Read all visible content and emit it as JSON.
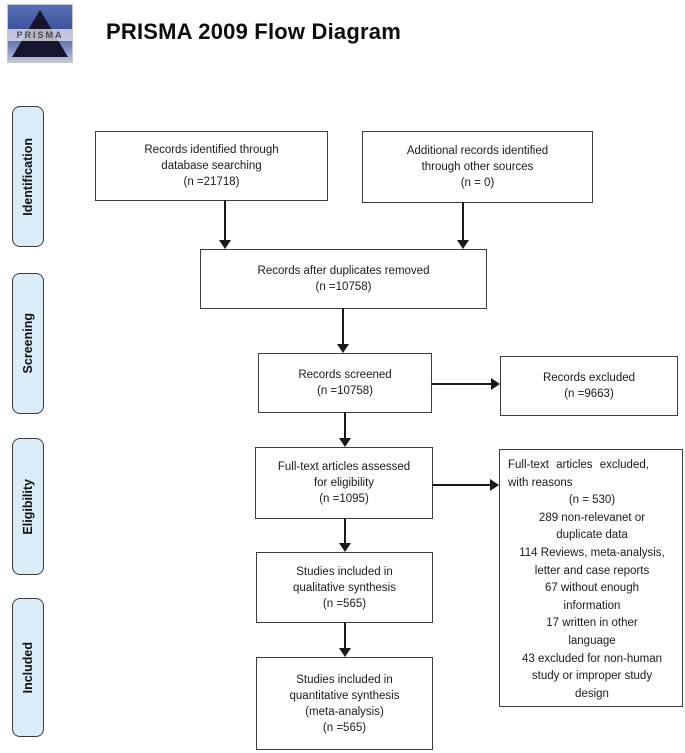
{
  "header": {
    "logo_text": "PRISMA",
    "title": "PRISMA 2009 Flow Diagram"
  },
  "stages": [
    {
      "label": "Identification"
    },
    {
      "label": "Screening"
    },
    {
      "label": "Eligibility"
    },
    {
      "label": "Included"
    }
  ],
  "boxes": {
    "identified": {
      "lines": [
        "Records identified through",
        "database searching",
        "(n =21718)"
      ]
    },
    "additional": {
      "lines": [
        "Additional records identified",
        "through other sources",
        "(n = 0)"
      ]
    },
    "duplicates_removed": {
      "lines": [
        "Records after duplicates removed",
        "(n =10758)"
      ]
    },
    "screened": {
      "lines": [
        "Records screened",
        "(n =10758)"
      ]
    },
    "records_excluded": {
      "lines": [
        "Records excluded",
        "(n =9663)"
      ]
    },
    "fulltext_assessed": {
      "lines": [
        "Full-text articles assessed",
        "for eligibility",
        "(n =1095)"
      ]
    },
    "fulltext_excluded": {
      "lines": [
        "Full-text articles excluded,",
        "with reasons",
        "(n = 530)",
        "289 non-relevanet or",
        "duplicate data",
        "114 Reviews, meta-analysis,",
        "letter and case reports",
        "67 without enough",
        "information",
        "17 written in other",
        "language",
        "43 excluded for non-human",
        "study or improper study",
        "design"
      ]
    },
    "qualitative": {
      "lines": [
        "Studies included in",
        "qualitative synthesis",
        "(n =565)"
      ]
    },
    "quantitative": {
      "lines": [
        "Studies included in",
        "quantitative synthesis",
        "(meta-analysis)",
        "(n =565)"
      ]
    }
  },
  "colors": {
    "stage_fill": "#d9ecf8",
    "stage_border": "#3a3a3a",
    "box_border": "#3d3d3d",
    "arrow": "#1a1a1a",
    "logo_blue": "#3d53a0"
  }
}
